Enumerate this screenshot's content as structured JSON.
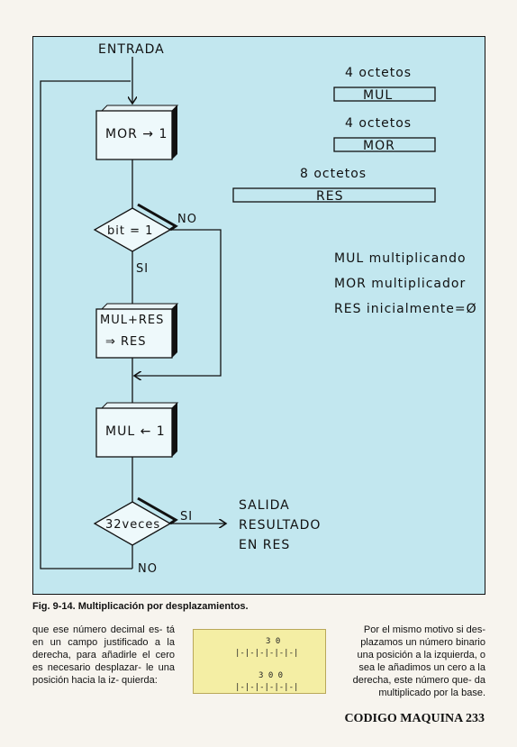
{
  "flowchart": {
    "entry": "ENTRADA",
    "step_mor_dec": "MOR → 1",
    "decision_bit": "bit = 1",
    "no_label": "NO",
    "si_label": "SI",
    "add_line1": "MUL+RES",
    "add_line2": "⇒  RES",
    "step_mul_shift": "MUL ← 1",
    "loop_decision": "32veces",
    "loop_si": "SI",
    "loop_no": "NO",
    "exit_line1": "SALIDA",
    "exit_line2": "RESULTADO",
    "exit_line3": "EN RES"
  },
  "registers": {
    "mul_size": "4  octetos",
    "mul_name": "MUL",
    "mor_size": "4  octetos",
    "mor_name": "MOR",
    "res_size": "8  octetos",
    "res_name": "RES"
  },
  "legend": {
    "line1": "MUL multiplicando",
    "line2": "MOR multiplicador",
    "line3": "RES inicialmente=Ø"
  },
  "caption": "Fig. 9-14. Multiplicación por desplazamientos.",
  "left_text": "que ese número decimal es- tá en un campo justificado a la derecha, para añadirle el cero es necesario desplazar- le una posición hacia la iz- quierda:",
  "right_text": "Por el mismo motivo si des- plazamos un número binario una posición a la izquierda, o sea le añadimos un cero a la derecha, este número que- da multiplicado por la base.",
  "example": {
    "value1": "3 0",
    "value2": "3 0 0",
    "field": "|-|-|-|-|-|-|"
  },
  "footer": "CODIGO MAQUINA 233"
}
